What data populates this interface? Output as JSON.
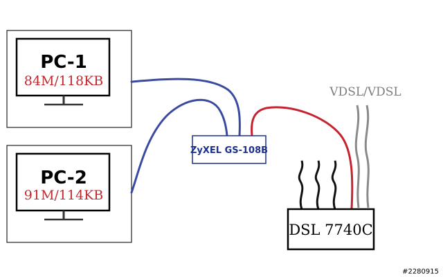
{
  "pcs": [
    {
      "name": "PC-1",
      "speed": "84M/118KB"
    },
    {
      "name": "PC-2",
      "speed": "91M/114KB"
    }
  ],
  "switch": {
    "label": "ZyXEL GS-108B"
  },
  "modem": {
    "label": "DSL 7740C"
  },
  "line": {
    "label": "VDSL/VDSL"
  },
  "watermark": "#2280915",
  "colors": {
    "pc_cable": "#3a4aa0",
    "modem_cable": "#c4232f",
    "phone_line": "#8a8a8a",
    "speed_text": "#c0282d",
    "switch_text": "#1c2f8c"
  }
}
